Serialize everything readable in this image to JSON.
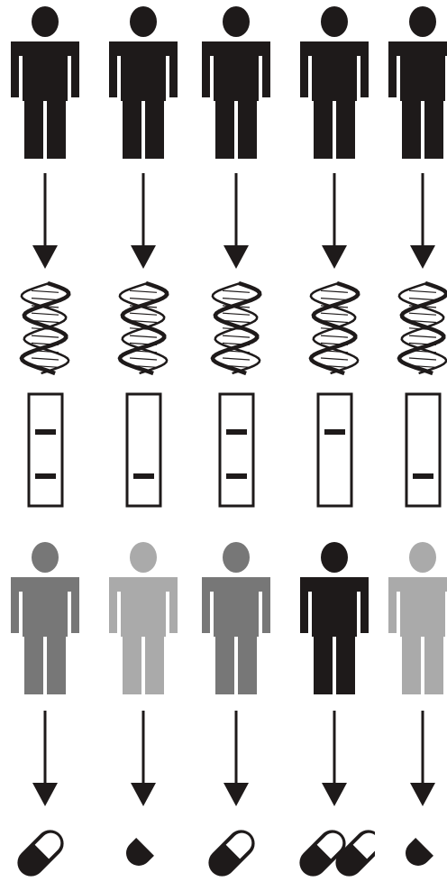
{
  "colors": {
    "dark": "#1e1a1a",
    "mid": "#777777",
    "light": "#aaaaaa",
    "line": "#1e1a1a"
  },
  "columns": [
    {
      "genotype_bands": [
        "upper",
        "lower"
      ],
      "responder_shade": "mid",
      "pill": "full-capsule",
      "pill_count": 1
    },
    {
      "genotype_bands": [
        "lower"
      ],
      "responder_shade": "light",
      "pill": "half-capsule",
      "pill_count": 1
    },
    {
      "genotype_bands": [
        "upper",
        "lower"
      ],
      "responder_shade": "mid",
      "pill": "full-capsule",
      "pill_count": 1
    },
    {
      "genotype_bands": [
        "upper"
      ],
      "responder_shade": "dark",
      "pill": "full-capsule",
      "pill_count": 2
    },
    {
      "genotype_bands": [
        "lower"
      ],
      "responder_shade": "light",
      "pill": "half-capsule",
      "pill_count": 1
    }
  ]
}
